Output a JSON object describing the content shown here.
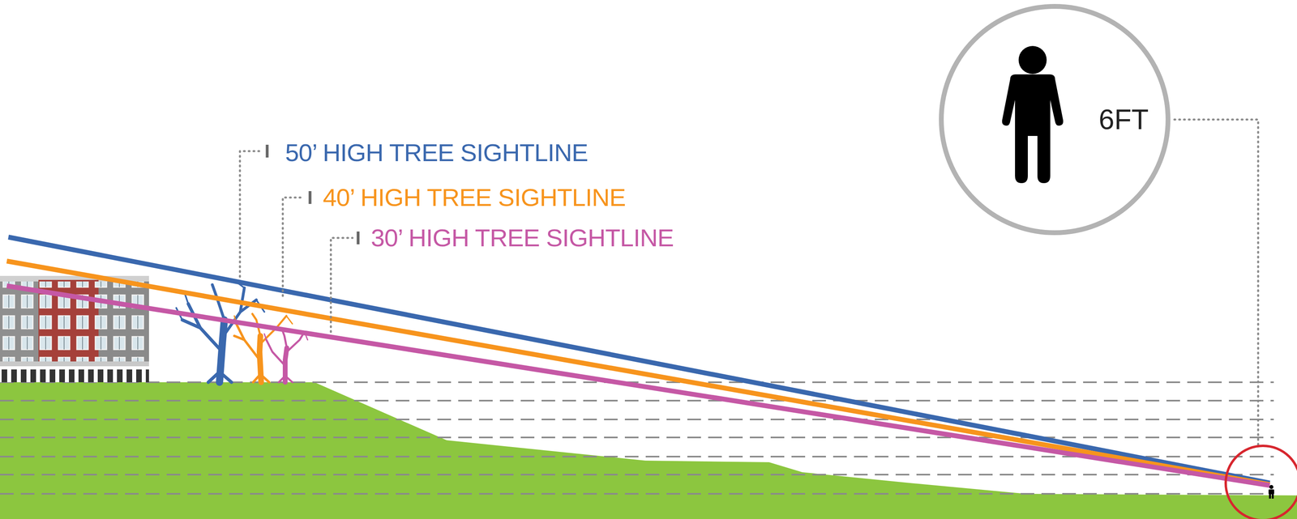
{
  "diagram": {
    "nodes": [
      {
        "text": [
          "6FT"
        ]
      }
    ],
    "labels": [
      "50’ HIGH TREE SIGHTLINE",
      "40’ HIGH TREE SIGHTLINE",
      "30’ HIGH TREE SIGHTLINE"
    ]
  }
}
